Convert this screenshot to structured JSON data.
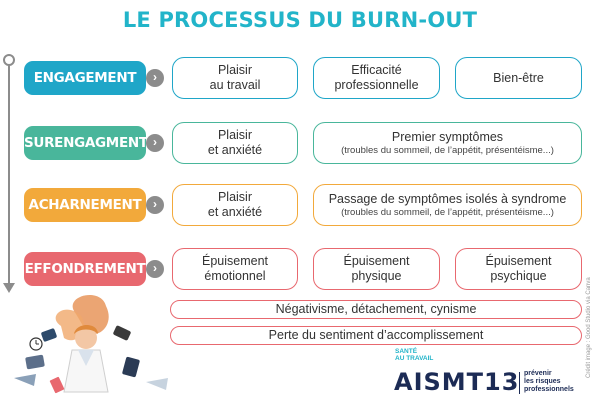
{
  "title": "LE PROCESSUS DU BURN-OUT",
  "colors": {
    "title": "#22b4c9",
    "engagement": "#1fa6c8",
    "surengagement": "#49b69b",
    "acharnement": "#f2a93b",
    "effondrement": "#e8686f",
    "timeline": "#8c8c8c"
  },
  "stages": [
    {
      "label": "ENGAGEMENT",
      "boxes": [
        {
          "line1": "Plaisir",
          "line2": "au travail"
        },
        {
          "line1": "Efficacité",
          "line2": "professionnelle"
        },
        {
          "line1": "Bien-être",
          "line2": ""
        }
      ]
    },
    {
      "label": "SURENGAGMENT",
      "boxes": [
        {
          "line1": "Plaisir",
          "line2": "et anxiété"
        },
        {
          "line1": "Premier symptômes",
          "line2": "(troubles du sommeil, de l’appétit, présentéisme...)"
        }
      ]
    },
    {
      "label": "ACHARNEMENT",
      "boxes": [
        {
          "line1": "Plaisir",
          "line2": "et anxiété"
        },
        {
          "line1": "Passage de symptômes isolés à syndrome",
          "line2": "(troubles du sommeil, de l’appétit, présentéisme...)"
        }
      ]
    },
    {
      "label": "EFFONDREMENT",
      "boxes": [
        {
          "line1": "Épuisement",
          "line2": "émotionnel"
        },
        {
          "line1": "Épuisement",
          "line2": "physique"
        },
        {
          "line1": "Épuisement",
          "line2": "psychique"
        }
      ],
      "extras": [
        "Négativisme, détachement, cynisme",
        "Perte du sentiment d’accomplissement"
      ]
    }
  ],
  "credit": "Crédit image : Good Studio via Canva",
  "logo": {
    "top_line1": "SANTÉ",
    "top_line2": "AU TRAVAIL",
    "name": "AISMT13",
    "tag_line1": "prévenir",
    "tag_line2": "les risques",
    "tag_line3": "professionnels"
  }
}
